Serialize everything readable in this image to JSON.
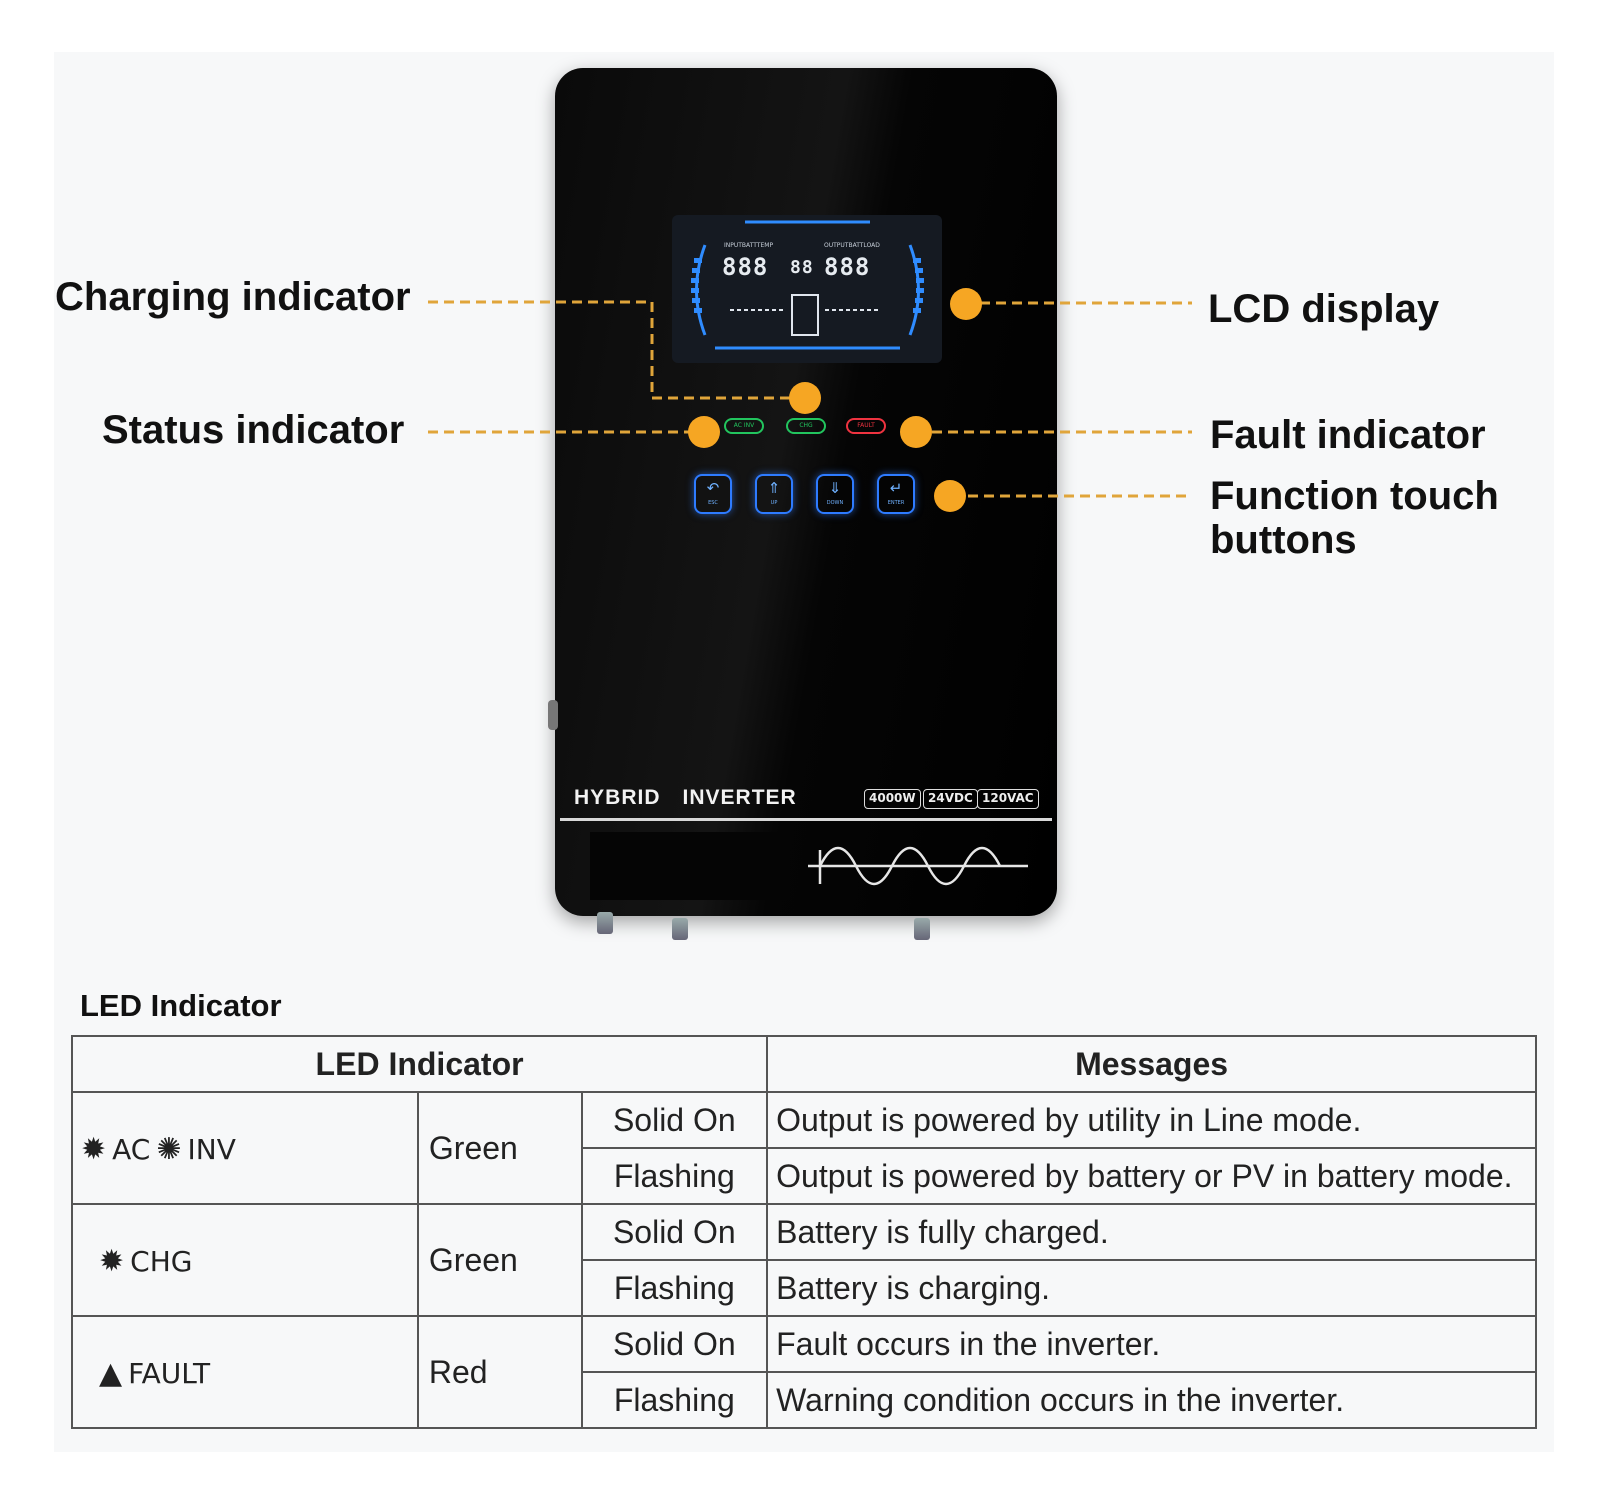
{
  "device": {
    "brand_word1": "HYBRID",
    "brand_word2": "INVERTER",
    "badges": [
      "4000W",
      "24VDC",
      "120VAC"
    ],
    "lcd": {
      "digits_left": "888",
      "digits_mid": "88",
      "digits_right": "888",
      "label_left": "INPUTBATTTEMP",
      "label_right": "OUTPUTBATTLOAD"
    },
    "touch_buttons": [
      {
        "label": "ESC",
        "glyph": "↶"
      },
      {
        "label": "UP",
        "glyph": "⇑"
      },
      {
        "label": "DOWN",
        "glyph": "⇓"
      },
      {
        "label": "ENTER",
        "glyph": "↵"
      }
    ],
    "leds": [
      {
        "label": "AC INV",
        "color": "#22c55e"
      },
      {
        "label": "CHG",
        "color": "#22c55e"
      },
      {
        "label": "FAULT",
        "color": "#ef3340"
      }
    ]
  },
  "callouts": {
    "charging": "Charging indicator",
    "status": "Status indicator",
    "lcd": "LCD display",
    "fault": "Fault indicator",
    "function_line1": "Function touch",
    "function_line2": "buttons"
  },
  "colors": {
    "callout_dot": "#f6a623",
    "callout_line": "#e0a53a"
  },
  "table": {
    "title": "LED Indicator",
    "headers": {
      "indicator": "LED Indicator",
      "messages": "Messages"
    },
    "groups": [
      {
        "icon": "sun-icon",
        "label": "AC",
        "icon2": "half-sun-icon",
        "label2": "INV",
        "color": "Green",
        "rows": [
          {
            "state": "Solid On",
            "message": "Output is powered by utility in Line mode."
          },
          {
            "state": "Flashing",
            "message": "Output is powered by battery or PV in battery mode."
          }
        ]
      },
      {
        "icon": "sun-icon",
        "label": "CHG",
        "color": "Green",
        "rows": [
          {
            "state": "Solid On",
            "message": "Battery is fully charged."
          },
          {
            "state": "Flashing",
            "message": "Battery is charging."
          }
        ]
      },
      {
        "icon": "warning-triangle-icon",
        "label": "FAULT",
        "color": "Red",
        "rows": [
          {
            "state": "Solid On",
            "message": "Fault occurs in the inverter."
          },
          {
            "state": "Flashing",
            "message": "Warning condition occurs in the inverter."
          }
        ]
      }
    ]
  }
}
